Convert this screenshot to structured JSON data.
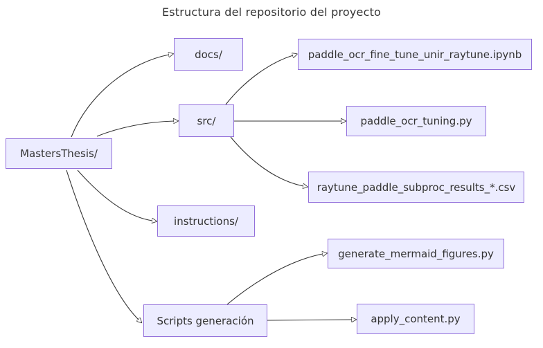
{
  "title": "Estructura del repositorio del proyecto",
  "colors": {
    "node_fill": "#ECECFF",
    "node_border": "#9370DB",
    "edge": "#333333",
    "text": "#333333",
    "background": "#FFFFFF"
  },
  "diagram_type": "flowchart-left-to-right",
  "nodes": [
    {
      "id": "root",
      "label": "MastersThesis/"
    },
    {
      "id": "docs",
      "label": "docs/"
    },
    {
      "id": "ipynb",
      "label": "paddle_ocr_fine_tune_unir_raytune.ipynb"
    },
    {
      "id": "src",
      "label": "src/"
    },
    {
      "id": "tuning",
      "label": "paddle_ocr_tuning.py"
    },
    {
      "id": "csv",
      "label": "raytune_paddle_subproc_results_*.csv"
    },
    {
      "id": "instructions",
      "label": "instructions/"
    },
    {
      "id": "generate",
      "label": "generate_mermaid_figures.py"
    },
    {
      "id": "scripts",
      "label": "Scripts generación"
    },
    {
      "id": "apply",
      "label": "apply_content.py"
    }
  ],
  "edges": [
    {
      "from": "MastersThesis/",
      "to": "docs/"
    },
    {
      "from": "MastersThesis/",
      "to": "src/"
    },
    {
      "from": "MastersThesis/",
      "to": "instructions/"
    },
    {
      "from": "MastersThesis/",
      "to": "Scripts generación"
    },
    {
      "from": "src/",
      "to": "paddle_ocr_fine_tune_unir_raytune.ipynb"
    },
    {
      "from": "src/",
      "to": "paddle_ocr_tuning.py"
    },
    {
      "from": "src/",
      "to": "raytune_paddle_subproc_results_*.csv"
    },
    {
      "from": "Scripts generación",
      "to": "generate_mermaid_figures.py"
    },
    {
      "from": "Scripts generación",
      "to": "apply_content.py"
    }
  ]
}
